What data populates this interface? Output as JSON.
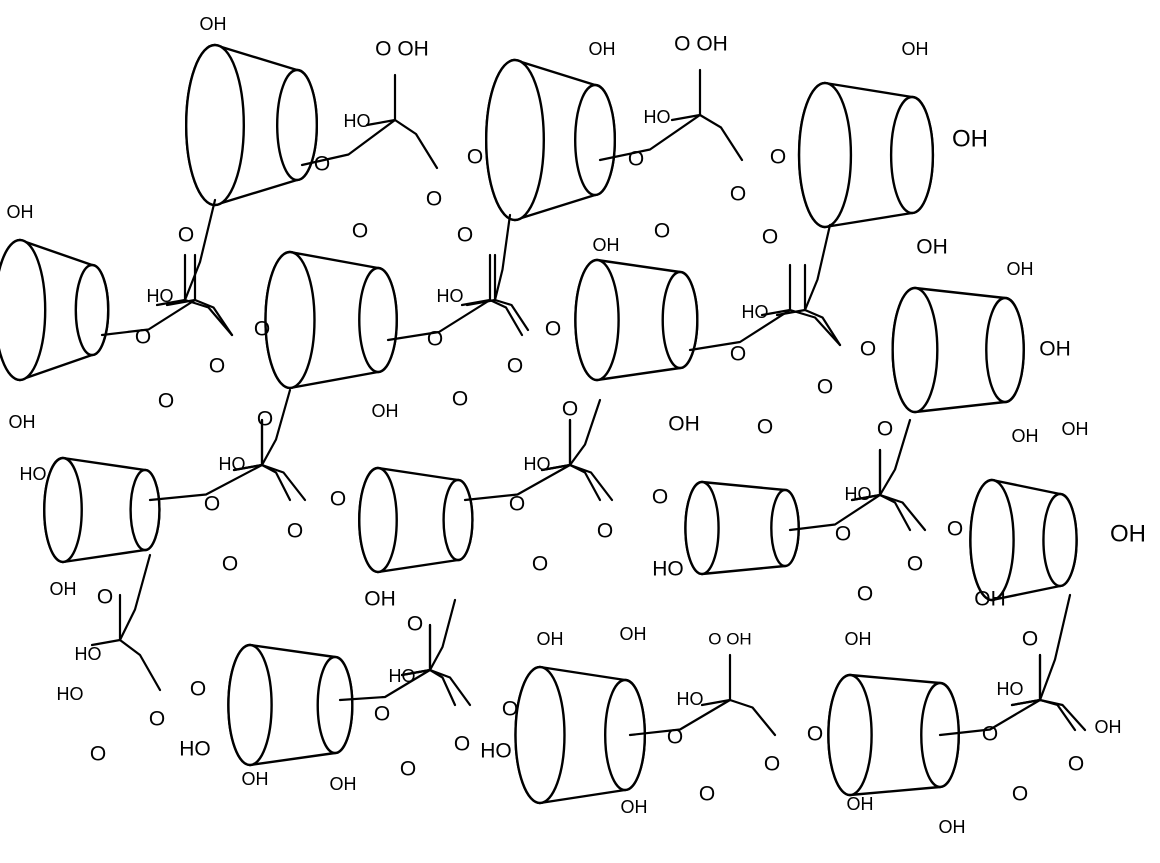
{
  "diagram": {
    "labels": {
      "oh": "OH",
      "ho": "HO",
      "o": "O",
      "cooh": "O OH"
    }
  }
}
